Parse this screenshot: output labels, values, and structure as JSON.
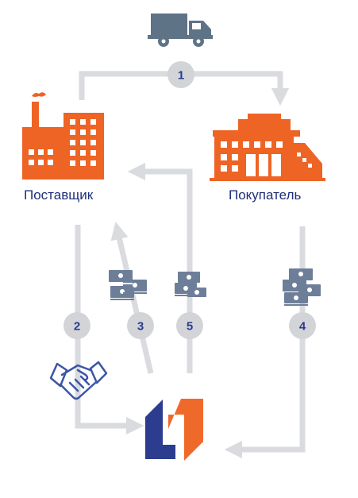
{
  "parties": {
    "supplier": "Поставщик",
    "buyer": "Покупатель"
  },
  "steps": [
    "1",
    "2",
    "3",
    "4",
    "5"
  ],
  "colors": {
    "arrow": "#d9dbdf",
    "circle": "#d2d4d8",
    "number": "#2a3a8c",
    "building": "#ee6424",
    "label": "#1f2f7a",
    "truck": "#5f7387",
    "money": "#6d7e99",
    "logo_blue": "#2c3c8e",
    "logo_orange": "#ef6a2a"
  },
  "icons": {
    "truck": "truck-icon",
    "factory": "factory-icon",
    "store": "store-icon",
    "handshake": "handshake-icon",
    "money": "money-stack-icon",
    "logo": "factoring-logo-icon"
  }
}
